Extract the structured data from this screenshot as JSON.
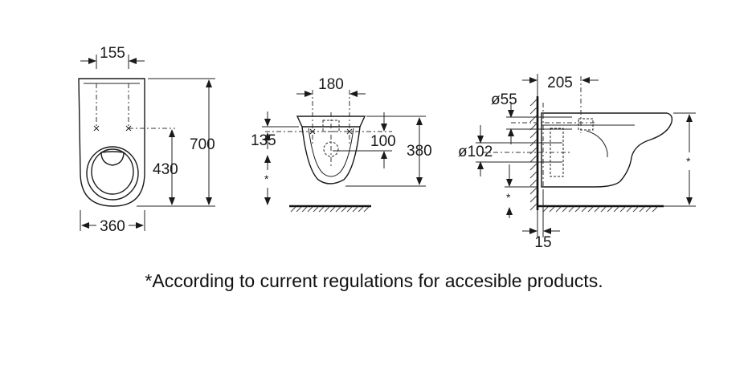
{
  "front_view": {
    "width_top": "155",
    "height_total": "700",
    "height_outlet": "430",
    "width_base": "360"
  },
  "rear_view": {
    "width_top": "180",
    "height_left": "135",
    "height_inner": "100",
    "height_total": "380",
    "star": "*"
  },
  "side_view": {
    "depth_top": "205",
    "diameter_inlet": "ø55",
    "diameter_outlet": "ø102",
    "wall_offset": "15",
    "star_right": "*",
    "star_lower": "*"
  },
  "footnote": "*According to current regulations for accesible products."
}
